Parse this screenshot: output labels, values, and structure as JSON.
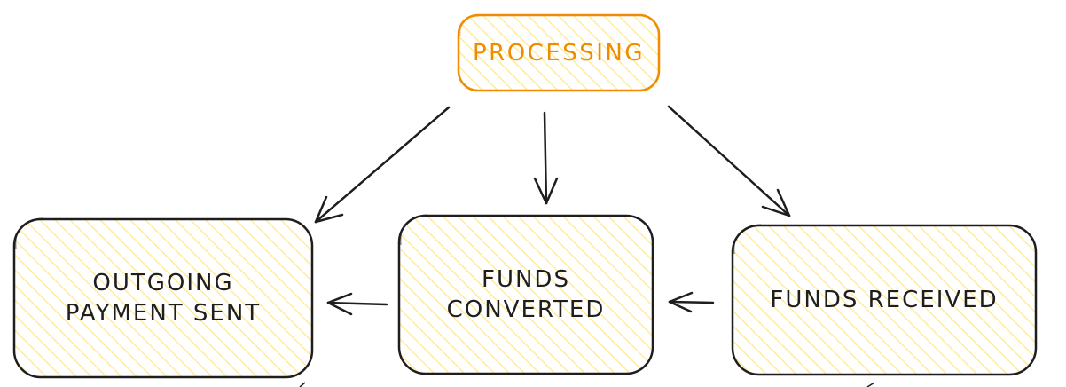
{
  "diagram": {
    "nodes": {
      "processing": {
        "label": "PROCESSING",
        "stroke_color": "#f08c00",
        "fill_color": "#ffec99"
      },
      "outgoing": {
        "label": "OUTGOING\nPAYMENT SENT",
        "stroke_color": "#1e1e1e",
        "fill_color": "#ffec99"
      },
      "converted": {
        "label": "FUNDS\nCONVERTED",
        "stroke_color": "#1e1e1e",
        "fill_color": "#ffec99"
      },
      "received": {
        "label": "FUNDS RECEIVED",
        "stroke_color": "#1e1e1e",
        "fill_color": "#ffec99"
      }
    },
    "edges": [
      {
        "from": "PROCESSING",
        "to": "OUTGOING PAYMENT SENT"
      },
      {
        "from": "PROCESSING",
        "to": "FUNDS CONVERTED"
      },
      {
        "from": "PROCESSING",
        "to": "FUNDS RECEIVED"
      },
      {
        "from": "FUNDS CONVERTED",
        "to": "OUTGOING PAYMENT SENT"
      },
      {
        "from": "FUNDS RECEIVED",
        "to": "FUNDS CONVERTED"
      }
    ]
  }
}
